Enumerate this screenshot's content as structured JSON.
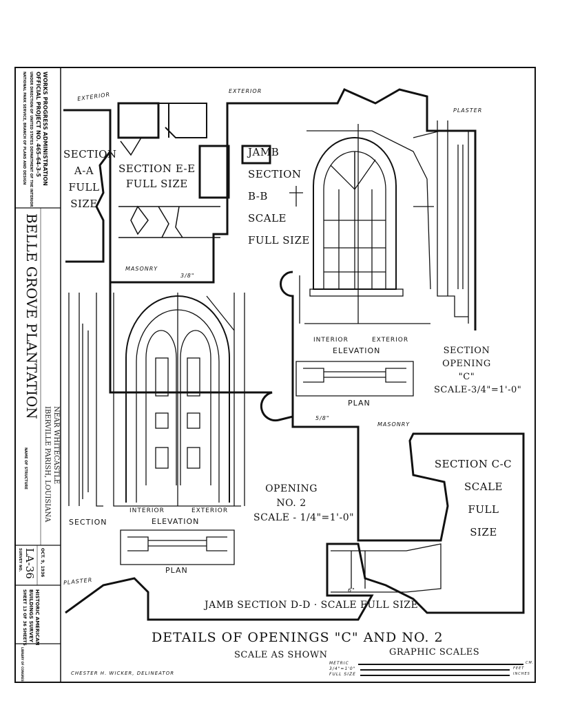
{
  "title_block": {
    "wpa_line1": "WORKS PROGRESS ADMINISTRATION",
    "wpa_line2": "OFFICIAL PROJECT NO. 465-64-3-5",
    "wpa_line3": "UNDER DIRECTION OF UNITED STATES DEPARTMENT OF THE INTERIOR",
    "wpa_line4": "NATIONAL PARK SERVICE, BRANCH OF PLANS AND DESIGN",
    "structure_name": "BELLE GROVE PLANTATION",
    "structure_caption": "NAME OF STRUCTURE",
    "location_line1": "NEAR WHITECASTLE",
    "location_line2": "IBERVILLE PARISH, LOUISIANA",
    "survey_caption": "SURVEY NO.",
    "survey_no": "LA-36",
    "date": "OCT. 9, 1936",
    "survey_name_line1": "HISTORIC AMERICAN",
    "survey_name_line2": "BUILDINGS SURVEY",
    "sheet": "SHEET 13 OF 36 SHEETS",
    "library": "LIBRARY OF CONGRESS"
  },
  "notes": {
    "exterior_1": "EXTERIOR",
    "exterior_2": "EXTERIOR",
    "plaster_1": "PLASTER",
    "plaster_2": "PLASTER",
    "masonry_1": "MASONRY",
    "masonry_2": "MASONRY",
    "dim_3_8": "3/8\"",
    "dim_5_8": "5/8\"",
    "dim_6": "6\""
  },
  "section_aa": [
    "SECTION",
    "A-A",
    "FULL",
    "SIZE"
  ],
  "section_ee": [
    "SECTION E-E",
    "FULL SIZE"
  ],
  "jamb_bb": [
    "JAMB",
    "SECTION",
    "B-B",
    "SCALE",
    "FULL SIZE"
  ],
  "opening_c": {
    "interior": "INTERIOR",
    "exterior": "EXTERIOR",
    "elevation": "ELEVATION",
    "plan": "PLAN",
    "title": [
      "SECTION",
      "OPENING",
      "\"C\"",
      "SCALE-3/4\"=1'-0\""
    ]
  },
  "section_cc": [
    "SECTION C-C",
    "SCALE",
    "FULL",
    "SIZE"
  ],
  "opening_2": {
    "section": "SECTION",
    "interior": "INTERIOR",
    "exterior": "EXTERIOR",
    "elevation": "ELEVATION",
    "plan": "PLAN",
    "title": [
      "OPENING",
      "NO. 2",
      "SCALE - 1/4\"=1'-0\""
    ]
  },
  "jamb_dd": "JAMB SECTION D-D · SCALE FULL SIZE",
  "sheet_title": "DETAILS OF OPENINGS \"C\" AND NO. 2",
  "sheet_subtitle": "SCALE AS SHOWN",
  "graphic_scales": {
    "title": "GRAPHIC SCALES",
    "rows": [
      {
        "label": "METRIC",
        "unit": "CM."
      },
      {
        "label": "3/4\"=1'0\"",
        "unit": "FEET"
      },
      {
        "label": "FULL SIZE",
        "unit": "INCHES"
      }
    ]
  },
  "delineator": "CHESTER H. WICKER, DELINEATOR"
}
